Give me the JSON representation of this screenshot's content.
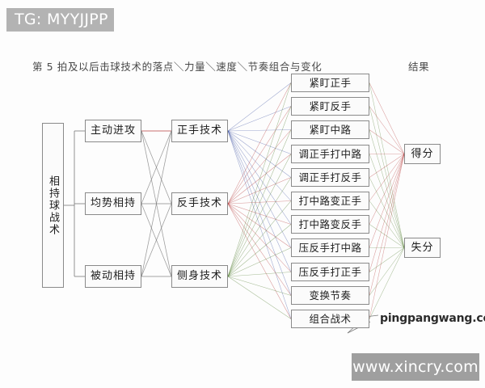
{
  "watermarks": {
    "tg": "TG: MYYJJPP",
    "site_box": "www.xincry.com",
    "site_text": "pingpangwang.com"
  },
  "headers": {
    "main": "第 5 拍及以后击球技术的落点＼力量＼速度＼节奏组合与变化",
    "result": "结果"
  },
  "root": {
    "label": "相持球战术"
  },
  "col_tactics": [
    {
      "id": "active-attack",
      "label": "主动进攻"
    },
    {
      "id": "balanced-rally",
      "label": "均势相持"
    },
    {
      "id": "passive-rally",
      "label": "被动相持"
    }
  ],
  "col_techniques": [
    {
      "id": "forehand",
      "label": "正手技术",
      "color": "#3a4fa0"
    },
    {
      "id": "backhand",
      "label": "反手技术",
      "color": "#b02b2b"
    },
    {
      "id": "pivot",
      "label": "侧身技术",
      "color": "#4d7a2a"
    }
  ],
  "col_placements": [
    {
      "id": "p1",
      "label": "紧盯正手"
    },
    {
      "id": "p2",
      "label": "紧盯反手"
    },
    {
      "id": "p3",
      "label": "紧盯中路"
    },
    {
      "id": "p4",
      "label": "调正手打中路"
    },
    {
      "id": "p5",
      "label": "调正手打反手"
    },
    {
      "id": "p6",
      "label": "打中路变正手"
    },
    {
      "id": "p7",
      "label": "打中路变反手"
    },
    {
      "id": "p8",
      "label": "压反手打中路"
    },
    {
      "id": "p9",
      "label": "压反手打正手"
    },
    {
      "id": "p10",
      "label": "变换节奏"
    },
    {
      "id": "p11",
      "label": "组合战术"
    }
  ],
  "col_results": [
    {
      "id": "win-point",
      "label": "得分",
      "color": "#b02b2b"
    },
    {
      "id": "lose-point",
      "label": "失分",
      "color": "#4d7a2a"
    }
  ],
  "line_colors": {
    "plain": "#7b7b7b",
    "forehand_fan": "#3a4fa0",
    "backhand_fan": "#b02b2b",
    "pivot_fan": "#4d7a2a",
    "to_win": "#b02b2b",
    "to_lose": "#4d7a2a"
  }
}
